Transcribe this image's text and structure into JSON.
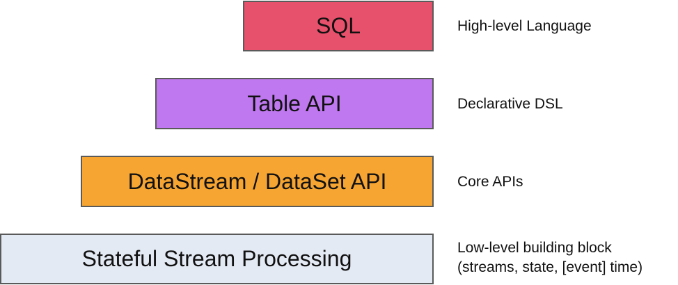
{
  "layers": [
    {
      "label": "SQL",
      "color": "#e8516b",
      "description": [
        "High-level Language"
      ]
    },
    {
      "label": "Table API",
      "color": "#bf78ef",
      "description": [
        "Declarative DSL"
      ]
    },
    {
      "label": "DataStream / DataSet API",
      "color": "#f6a532",
      "description": [
        "Core APIs"
      ]
    },
    {
      "label": "Stateful Stream Processing",
      "color": "#e4eaf4",
      "description": [
        "Low-level building block",
        "(streams, state, [event] time)"
      ]
    }
  ]
}
